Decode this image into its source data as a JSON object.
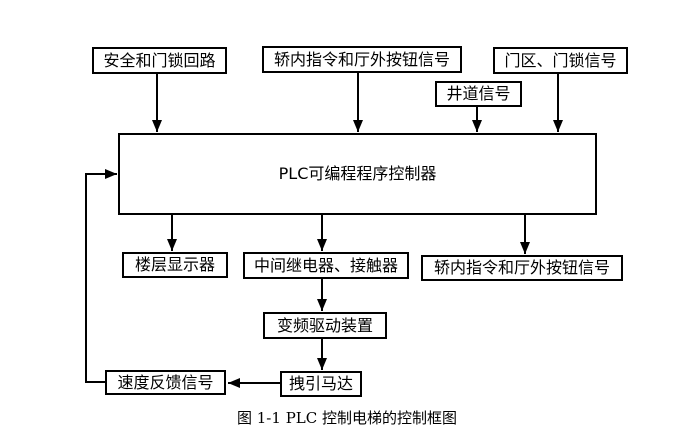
{
  "diagram": {
    "title_caption": "图 1-1 PLC 控制电梯的控制框图",
    "nodes": {
      "safety_door_lock_circuit": "安全和门锁回路",
      "car_commands_hall_buttons_input": "轿内指令和厅外按钮信号",
      "door_zone_door_lock_signals": "门区、门锁信号",
      "hoistway_signals": "井道信号",
      "plc_controller": "PLC可编程程序控制器",
      "floor_display": "楼层显示器",
      "intermediate_relays_contactors": "中间继电器、接触器",
      "car_commands_hall_buttons_output": "轿内指令和厅外按钮信号",
      "vfd_drive_unit": "变频驱动装置",
      "traction_motor": "拽引马达",
      "speed_feedback_signal": "速度反馈信号"
    },
    "colors": {
      "line": "#000000",
      "text": "#000000",
      "background": "#ffffff"
    }
  }
}
